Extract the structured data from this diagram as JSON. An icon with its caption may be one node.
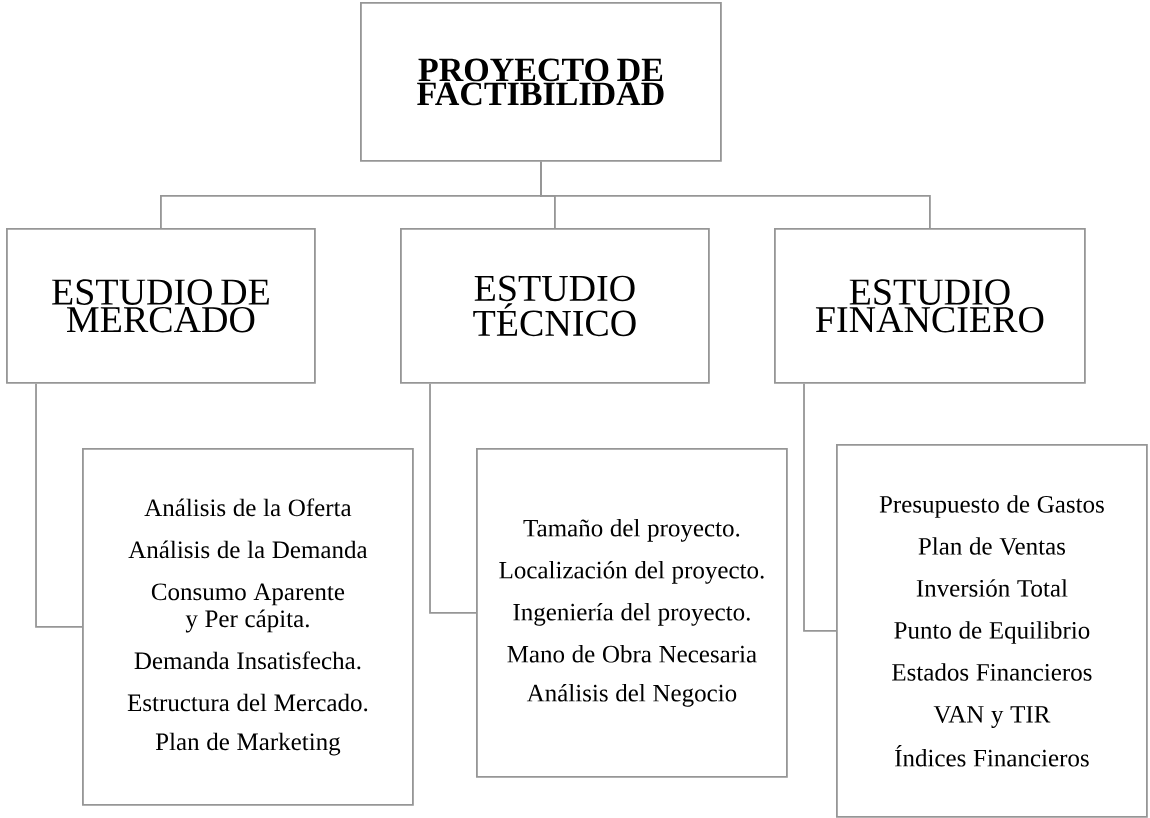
{
  "diagram": {
    "nodes": [
      {
        "text": [
          "PROYECTO DE FACTIBILIDAD"
        ]
      },
      {
        "text": [
          "ESTUDIO DE MERCADO"
        ]
      },
      {
        "text": [
          "ESTUDIO TÉCNICO"
        ]
      },
      {
        "text": [
          "ESTUDIO FINANCIERO"
        ]
      },
      {
        "text": [
          "Análisis de la Oferta",
          "Análisis de la Demanda",
          "Consumo Aparente y Per cápita.",
          "Demanda Insatisfecha.",
          "Estructura del Mercado.",
          "Plan de Marketing"
        ]
      },
      {
        "text": [
          "Tamaño del proyecto.",
          "Localización del proyecto.",
          "Ingeniería del proyecto.",
          "Mano de Obra Necesaria",
          "Análisis del Negocio"
        ]
      },
      {
        "text": [
          "Presupuesto de Gastos",
          "Plan de Ventas",
          "Inversión Total",
          "Punto de Equilibrio",
          "Estados Financieros",
          "VAN y TIR",
          "Índices Financieros"
        ]
      }
    ],
    "edges": [
      {
        "from": 0,
        "to": 1,
        "arrow": "none"
      },
      {
        "from": 0,
        "to": 2,
        "arrow": "none"
      },
      {
        "from": 0,
        "to": 3,
        "arrow": "none"
      },
      {
        "from": 1,
        "to": 4,
        "arrow": "none"
      },
      {
        "from": 2,
        "to": 5,
        "arrow": "none"
      },
      {
        "from": 3,
        "to": 6,
        "arrow": "none"
      }
    ]
  }
}
